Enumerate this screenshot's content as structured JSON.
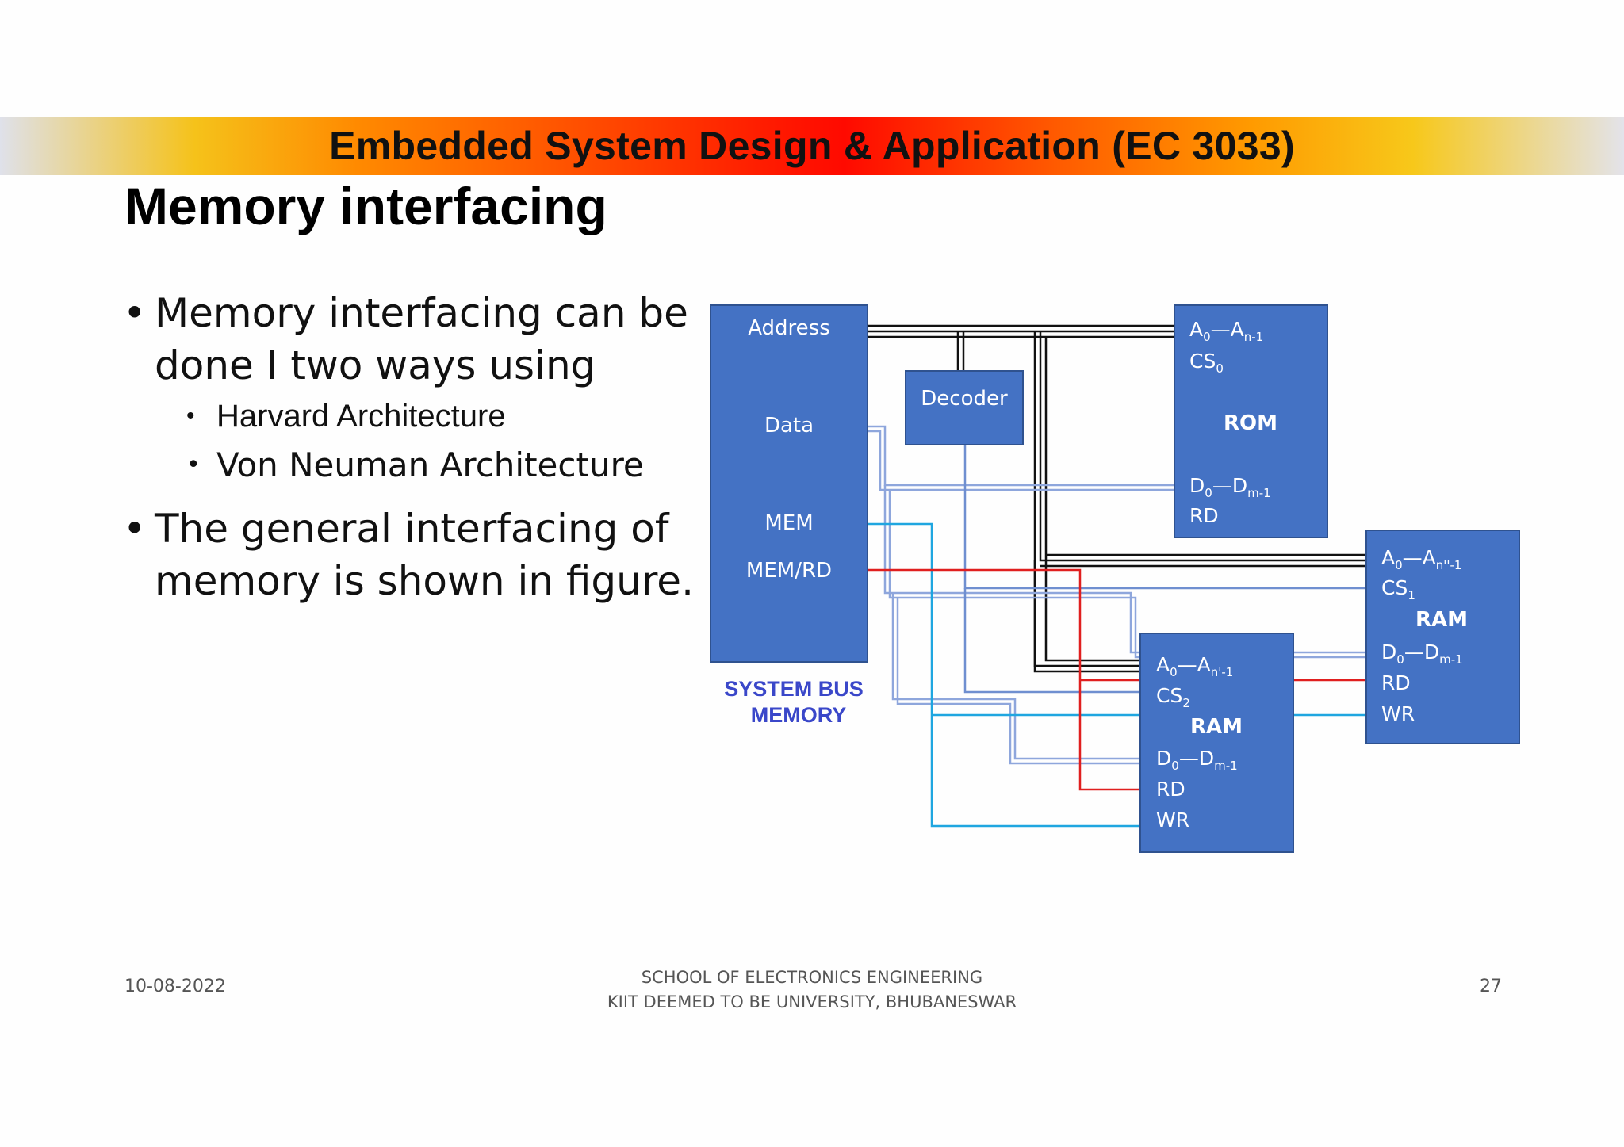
{
  "header": {
    "course_title": "Embedded System Design & Application (EC 3033)"
  },
  "slide": {
    "title": "Memory interfacing",
    "bullets": [
      {
        "text_line1": "Memory interfacing can be",
        "text_line2": "done I two ways using"
      },
      {
        "text_line1": "The general interfacing of",
        "text_line2": "memory is shown in figure."
      }
    ],
    "sub_bullets": [
      "Harvard Architecture",
      "Von Neuman Architecture"
    ]
  },
  "diagram": {
    "system": {
      "labels": [
        "Address",
        "Data",
        "MEM",
        "MEM/RD"
      ],
      "caption_line1": "SYSTEM BUS",
      "caption_line2": "MEMORY"
    },
    "decoder": {
      "label": "Decoder"
    },
    "rom": {
      "title": "ROM",
      "addr": "A",
      "addr_sub0": "0",
      "addr_dash": "—A",
      "addr_subn": "n-1",
      "cs": "CS",
      "cs_sub": "0",
      "data": "D",
      "data_sub0": "0",
      "data_dash": "—D",
      "data_subm": "m-1",
      "rd": "RD"
    },
    "ram1": {
      "title": "RAM",
      "addr": "A",
      "addr_sub0": "0",
      "addr_dash": "—A",
      "addr_subn": "n''-1",
      "cs": "CS",
      "cs_sub": "1",
      "data": "D",
      "data_sub0": "0",
      "data_dash": "—D",
      "data_subm": "m-1",
      "rd": "RD",
      "wr": "WR"
    },
    "ram2": {
      "title": "RAM",
      "addr": "A",
      "addr_sub0": "0",
      "addr_dash": "—A",
      "addr_subn": "n'-1",
      "cs": "CS",
      "cs_sub": "2",
      "data": "D",
      "data_sub0": "0",
      "data_dash": "—D",
      "data_subm": "m-1",
      "rd": "RD",
      "wr": "WR"
    },
    "colors": {
      "block_fill": "#4472c4",
      "block_stroke": "#2f528f",
      "caption": "#3a47c9",
      "address_bus": "#111111",
      "data_bus": "#7f9bd6",
      "mem_line": "#1fa6e0",
      "rd_line": "#e01f1f",
      "decoder_line": "#6f8fd0"
    }
  },
  "footer": {
    "date": "10-08-2022",
    "school": "SCHOOL OF ELECTRONICS ENGINEERING",
    "university": "KIIT DEEMED TO BE UNIVERSITY, BHUBANESWAR",
    "page_number": "27"
  }
}
